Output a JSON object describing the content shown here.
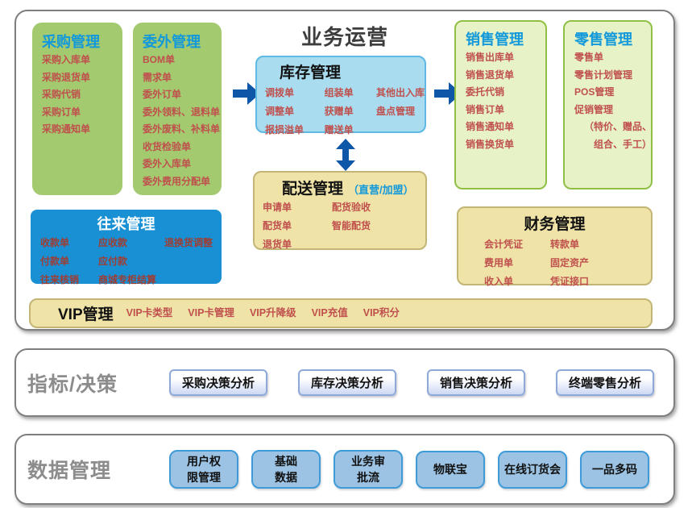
{
  "colors": {
    "accent_blue": "#1299db",
    "item_red": "#c0504d",
    "arrow_blue": "#0e57a8",
    "contacts_blue": "#1990d4"
  },
  "ops": {
    "title": "业务运营",
    "purchase": {
      "title": "采购管理",
      "items": [
        "采购入库单",
        "采购退货单",
        "采购代销",
        "采购订单",
        "采购通知单"
      ]
    },
    "outsource": {
      "title": "委外管理",
      "items": [
        "BOM单",
        "需求单",
        "委外订单",
        "委外领料、退料单",
        "委外废料、补料单",
        "收货检验单",
        "委外入库单",
        "委外费用分配单"
      ]
    },
    "inventory": {
      "title": "库存管理",
      "col1": [
        "调拨单",
        "调整单",
        "报损溢单"
      ],
      "col2": [
        "组装单",
        "获赠单",
        "赠送单"
      ],
      "col3": [
        "其他出入库",
        "盘点管理"
      ]
    },
    "delivery": {
      "title": "配送管理",
      "subtitle": "（直营/加盟）",
      "col1": [
        "申请单",
        "配货单",
        "退货单"
      ],
      "col2": [
        "配货验收",
        "智能配货"
      ]
    },
    "sales": {
      "title": "销售管理",
      "items": [
        "销售出库单",
        "销售退货单",
        "委托代销",
        "销售订单",
        "销售通知单",
        "销售换货单"
      ]
    },
    "retail": {
      "title": "零售管理",
      "items": [
        "零售单",
        "零售计划管理",
        "POS管理",
        "促销管理"
      ],
      "note1": "（特价、赠品、",
      "note2": "组合、手工）"
    },
    "contacts": {
      "title": "往来管理",
      "col1": [
        "收款单",
        "付款单",
        "往来核销"
      ],
      "col2": [
        "应收款",
        "应付款",
        "商城专柜结算"
      ],
      "col3": [
        "退换货调整"
      ]
    },
    "finance": {
      "title": "财务管理",
      "col1": [
        "会计凭证",
        "费用单",
        "收入单"
      ],
      "col2": [
        "转款单",
        "固定资产",
        "凭证接口"
      ]
    },
    "vip": {
      "title": "VIP管理",
      "items": [
        "VIP卡类型",
        "VIP卡管理",
        "VIP升降级",
        "VIP充值",
        "VIP积分"
      ]
    }
  },
  "decision": {
    "title": "指标/决策",
    "buttons": [
      "采购决策分析",
      "库存决策分析",
      "销售决策分析",
      "终端零售分析"
    ]
  },
  "datamgmt": {
    "title": "数据管理",
    "buttons": [
      "用户权\n限管理",
      "基础\n数据",
      "业务审\n批流",
      "物联宝",
      "在线订货会",
      "一品多码"
    ]
  }
}
